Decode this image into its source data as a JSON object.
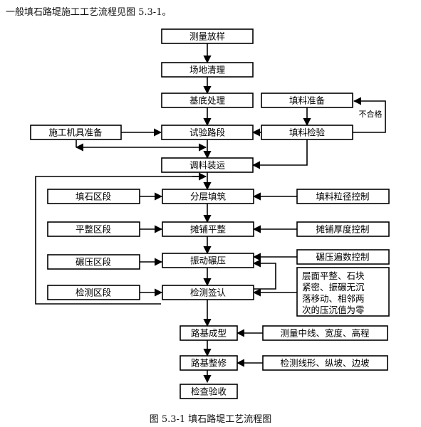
{
  "intro_text": "一般填石路堤施工工艺流程见图 5.3-1。",
  "caption": "图 5.3-1   填石路堤工艺流程图",
  "flow": {
    "survey": "测量放样",
    "site_clear": "场地清理",
    "base": "基底处理",
    "fill_prep": "填料准备",
    "not_qualified": "不合格",
    "machine_prep": "施工机具准备",
    "trial_section": "试验路段",
    "fill_check": "填料检验",
    "mix_transport": "调料装运",
    "fill_area": "填石区段",
    "layer_fill": "分层填筑",
    "grain_control": "填料粒径控制",
    "level_area": "平整区段",
    "spread_level": "摊铺平整",
    "thickness_control": "摊铺厚度控制",
    "roll_area": "碾压区段",
    "vibro_roll": "振动碾压",
    "passes_control": "碾压遍数控制",
    "test_area": "检测区段",
    "inspect_sign": "检测签认",
    "criteria_lines": [
      "层面平整、石块",
      "紧密、振碾无沉",
      "落移动、相邻两",
      "次的压沉值为零"
    ],
    "roadbed_form": "路基成型",
    "measure_center": "测量中线、宽度、高程",
    "roadbed_trim": "路基整修",
    "check_lines": "检测线形、纵坡、边坡",
    "final_check": "检查验收"
  }
}
